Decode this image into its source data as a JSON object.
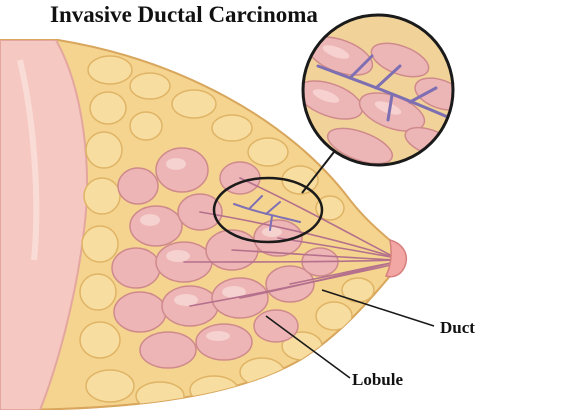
{
  "title": "Invasive Ductal Carcinoma",
  "labels": {
    "duct": "Duct",
    "lobule": "Lobule"
  },
  "colors": {
    "fat": "#f3d38c",
    "fat_stroke": "#dcae5c",
    "tissue": "#ecb6b6",
    "tissue_light": "#f6d4d2",
    "chest": "#f5c6c0",
    "duct_line": "#b06c8c",
    "tumor": "#7d6fb2",
    "callout_ring": "#1a1a1a"
  }
}
